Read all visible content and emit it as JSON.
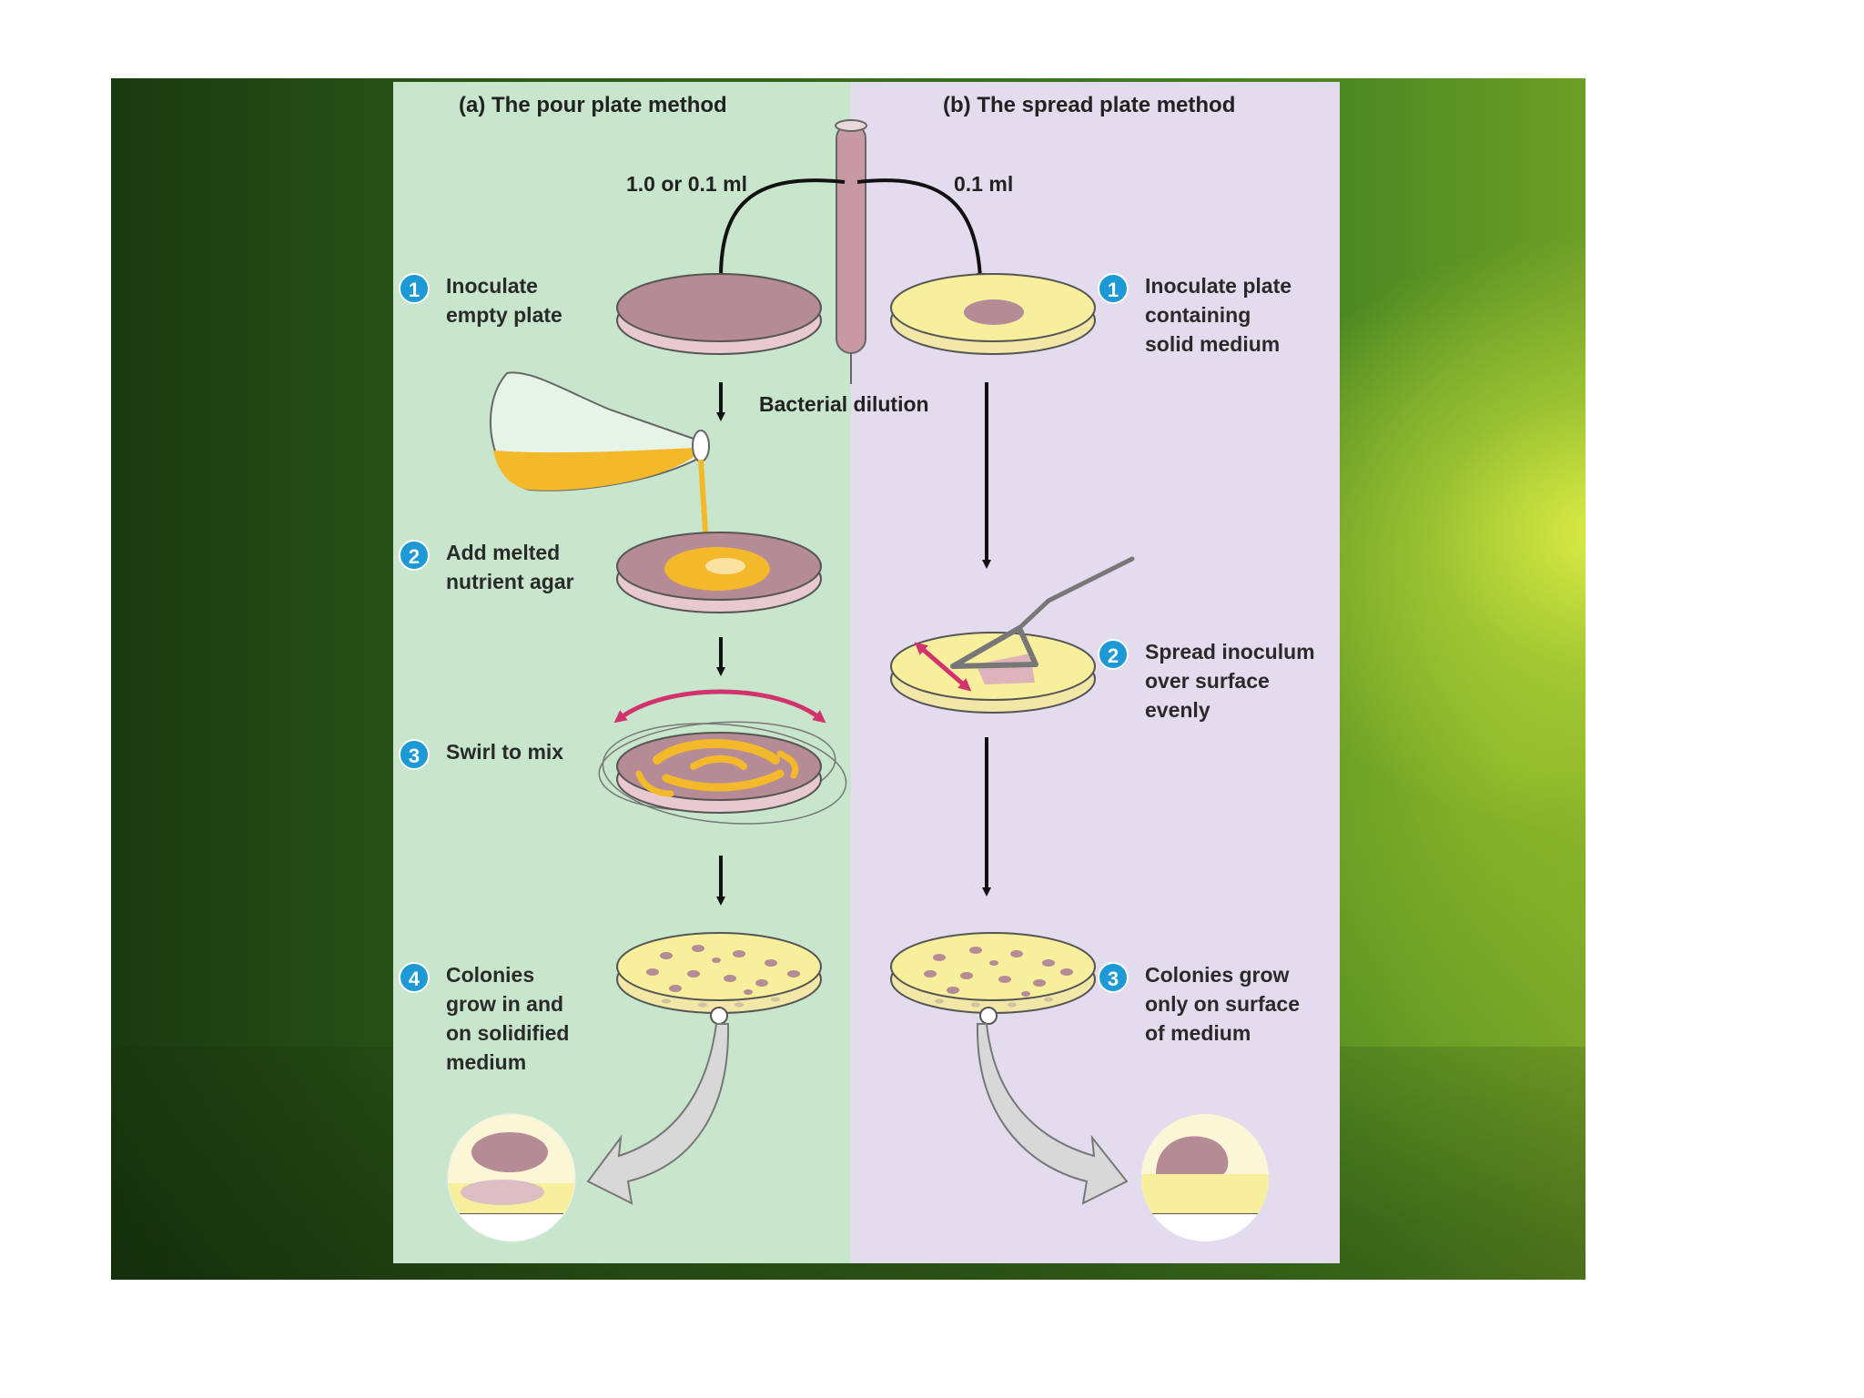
{
  "pour": {
    "header_letter": "(a)",
    "header_text": "The pour plate method",
    "volume": "1.0 or 0.1 ml",
    "steps": [
      {
        "num": "1",
        "label": "Inoculate\nempty plate"
      },
      {
        "num": "2",
        "label": "Add melted\nnutrient agar"
      },
      {
        "num": "3",
        "label": "Swirl to mix"
      },
      {
        "num": "4",
        "label": "Colonies\ngrow in and\non solidified\nmedium"
      }
    ]
  },
  "spread": {
    "header_letter": "(b)",
    "header_text": "The spread plate method",
    "volume": "0.1 ml",
    "steps": [
      {
        "num": "1",
        "label": "Inoculate plate\ncontaining\nsolid medium"
      },
      {
        "num": "2",
        "label": "Spread inoculum\nover surface\nevenly"
      },
      {
        "num": "3",
        "label": "Colonies grow\nonly on surface\nof medium"
      }
    ]
  },
  "tube_label": "Bacterial dilution",
  "colors": {
    "pour_panel": "#c8e6cc",
    "spread_panel": "#e3dcee",
    "agar_yellow": "#f8ef9c",
    "inoculum_mauve": "#b58b95",
    "melted_agar": "#f4b92a",
    "step_badge": "#1d9ad6",
    "motion_arrow": "#d2336f"
  }
}
